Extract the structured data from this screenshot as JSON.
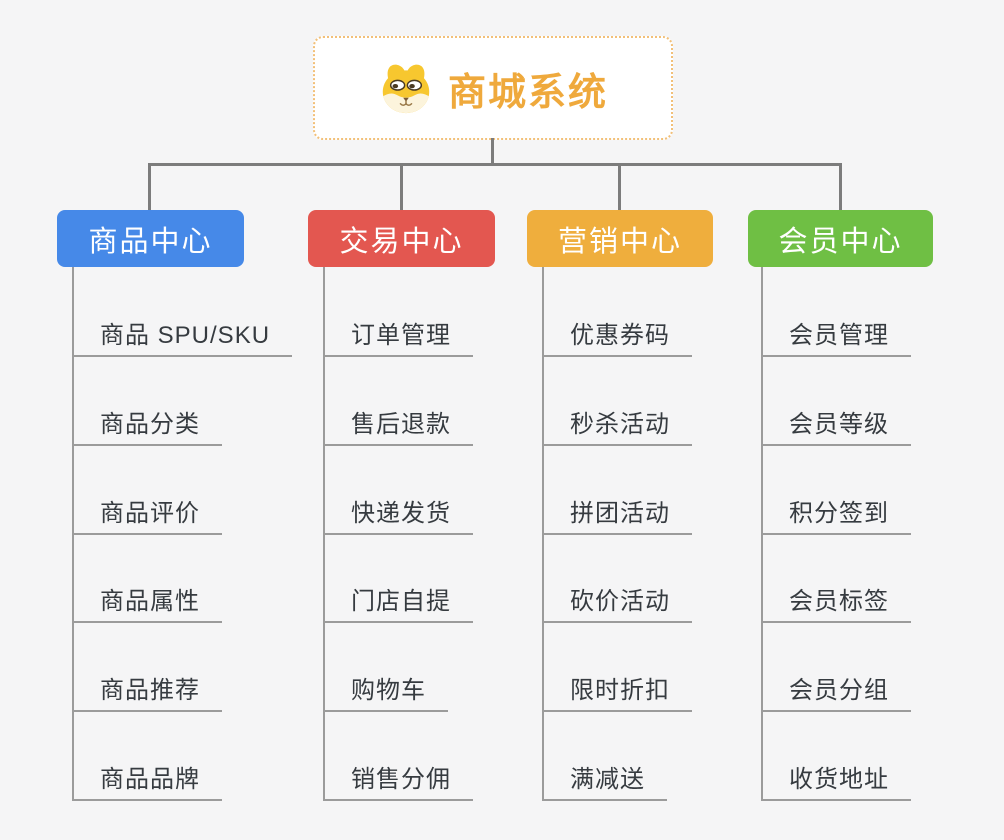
{
  "canvas": {
    "background_color": "#F5F5F6"
  },
  "root": {
    "title": "商城系统",
    "icon": "dog-face-icon",
    "title_color": "#EFA93C",
    "border_color": "#F2C079",
    "fill_color": "#FFFFFF"
  },
  "connectors": {
    "tree_line_color": "#7C7C7C",
    "subtopic_line_color": "#9B9B9B"
  },
  "branches": [
    {
      "label": "商品中心",
      "color": "#4689E8",
      "children": [
        "商品 SPU/SKU",
        "商品分类",
        "商品评价",
        "商品属性",
        "商品推荐",
        "商品品牌"
      ]
    },
    {
      "label": "交易中心",
      "color": "#E35750",
      "children": [
        "订单管理",
        "售后退款",
        "快递发货",
        "门店自提",
        "购物车",
        "销售分佣"
      ]
    },
    {
      "label": "营销中心",
      "color": "#EFAE3D",
      "children": [
        "优惠券码",
        "秒杀活动",
        "拼团活动",
        "砍价活动",
        "限时折扣",
        "满减送"
      ]
    },
    {
      "label": "会员中心",
      "color": "#6FBF44",
      "children": [
        "会员管理",
        "会员等级",
        "积分签到",
        "会员标签",
        "会员分组",
        "收货地址"
      ]
    }
  ],
  "subtopic_text_color": "#363B40"
}
